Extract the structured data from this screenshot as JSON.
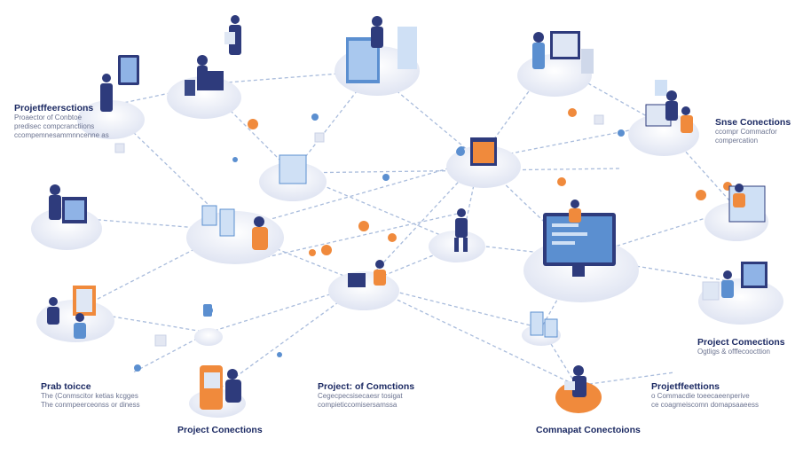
{
  "labels": {
    "top_left": {
      "title": "Projetffeersctions",
      "lines": [
        "Proaector of Conbtoe",
        "predisec compcranctiions",
        "ccompemnesammnncenne as"
      ]
    },
    "top_right": {
      "title": "Snse Conections",
      "lines": [
        "ccompr Commacfor",
        "compercation"
      ]
    },
    "mid_right": {
      "title": "Project Comections",
      "lines": [
        "Ogtligs & offfecoocttion"
      ]
    },
    "bottom_left": {
      "title": "Prab toicce",
      "lines": [
        "The (Conmscitor ketias kcgges",
        "The conmpeerceonss or diness"
      ]
    },
    "bottom_center_left": {
      "title": "Project: of Comctions",
      "lines": [
        "Cegecpecsisecaesr tosigat",
        "compieticcomisersamssa"
      ]
    },
    "bottom_right": {
      "title": "Projetffeettions",
      "lines": [
        "o Commacdie toeecaeenperive",
        "ce coagmeiscomn domapsaaeess"
      ]
    },
    "bottom_center": {
      "title": "Project Conections"
    },
    "bottom_center_right": {
      "title": "Comnapat Conectoions"
    }
  },
  "colors": {
    "accent": "#f08a3c",
    "primary": "#2e3b7c",
    "light": "#e9ecf6",
    "line": "#9fb4d6",
    "node": "#5b8fd0"
  }
}
